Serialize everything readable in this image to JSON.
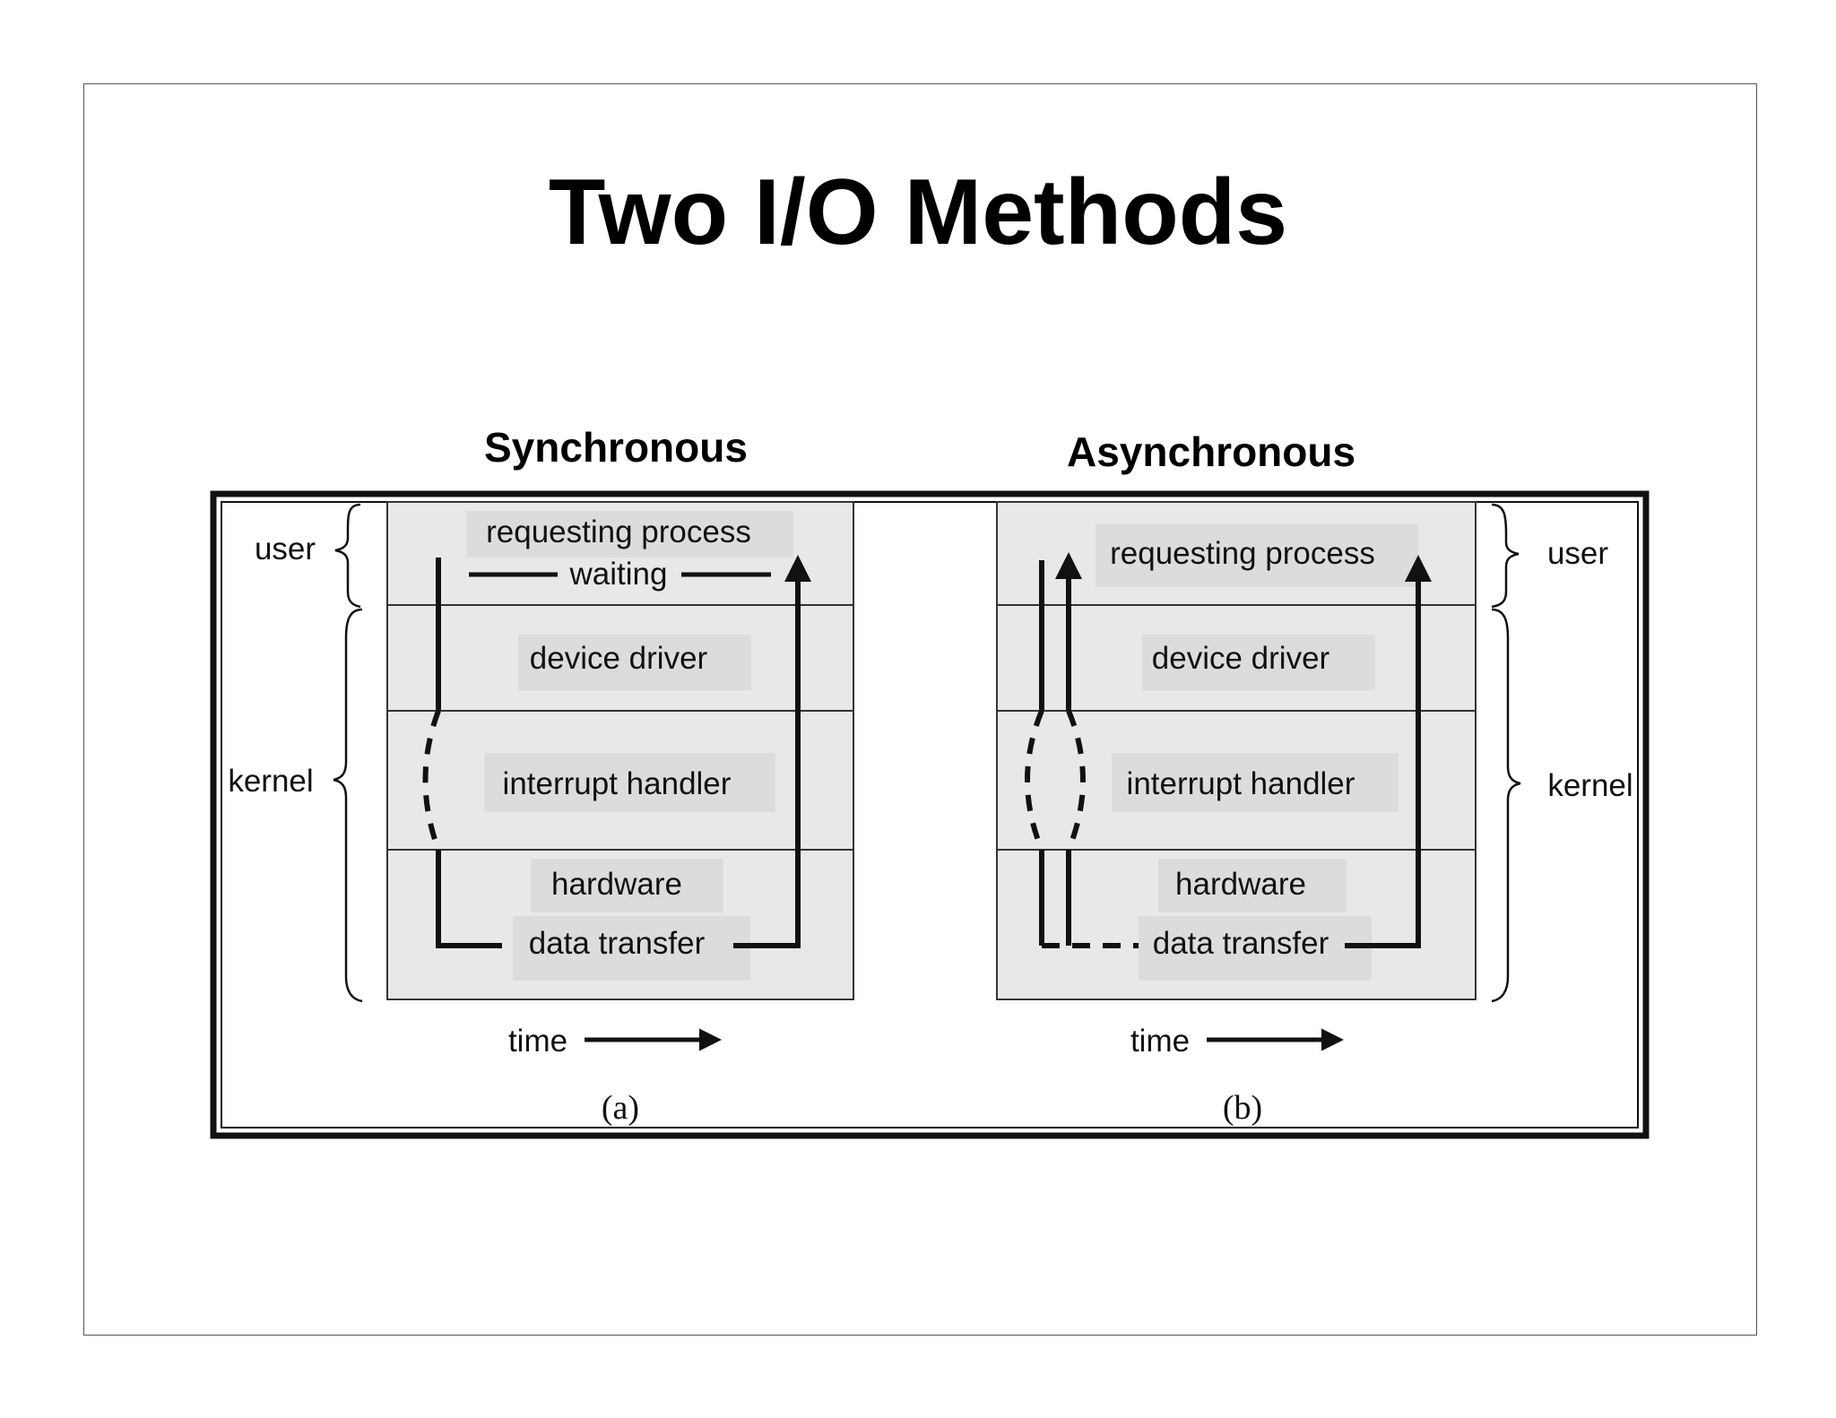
{
  "title": "Two I/O Methods",
  "headings": {
    "sync": "Synchronous",
    "async": "Asynchronous"
  },
  "side_labels": {
    "user": "user",
    "kernel": "kernel"
  },
  "panel_a": {
    "requesting_process": "requesting process",
    "waiting": "waiting",
    "device_driver": "device driver",
    "interrupt_handler": "interrupt handler",
    "hardware": "hardware",
    "data_transfer": "data transfer",
    "time": "time",
    "caption": "(a)"
  },
  "panel_b": {
    "requesting_process": "requesting process",
    "device_driver": "device driver",
    "interrupt_handler": "interrupt handler",
    "hardware": "hardware",
    "data_transfer": "data transfer",
    "time": "time",
    "caption": "(b)"
  },
  "colors": {
    "layer_fill": "#e8e8e8",
    "label_bg": "#dcdcdc",
    "ink": "#111111"
  }
}
